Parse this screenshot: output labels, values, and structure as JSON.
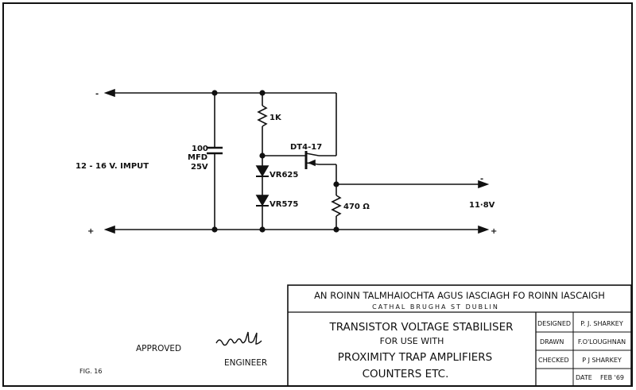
{
  "schematic": {
    "input_label": "12 - 16 V. IMPUT",
    "input_minus": "-",
    "input_plus": "+",
    "capacitor_line1": "100",
    "capacitor_line2": "MFD",
    "capacitor_line3": "25V",
    "resistor_1k": "1K",
    "transistor": "DT4-17",
    "zener_1": "VR625",
    "zener_2": "VR575",
    "resistor_load": "470 Ω",
    "output_label": "11·8V",
    "output_minus": "-",
    "output_plus": "+"
  },
  "title_block": {
    "department": "AN ROINN TALMHAIOCHTA AGUS IASCIAGH FO ROINN IASCAIGH",
    "address": "CATHAL BRUGHA ST DUBLIN",
    "title_line1": "TRANSISTOR VOLTAGE STABILISER",
    "title_line2": "FOR USE WITH",
    "title_line3": "PROXIMITY TRAP AMPLIFIERS",
    "title_line4": "COUNTERS ETC.",
    "designed_label": "DESIGNED",
    "designed_value": "P. J. SHARKEY",
    "drawn_label": "DRAWN",
    "drawn_value": "F.O'LOUGHNAN",
    "checked_label": "CHECKED",
    "checked_value": "P J SHARKEY",
    "date_label": "DATE",
    "date_value": "FEB '69"
  },
  "approval": {
    "approved_label": "APPROVED",
    "engineer_label": "ENGINEER",
    "figure_label": "FIG. 16"
  }
}
